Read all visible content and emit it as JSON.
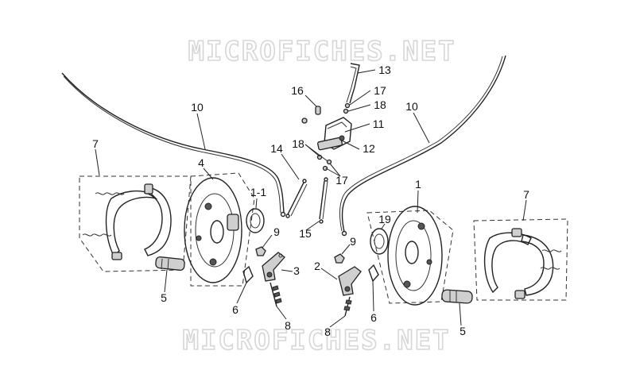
{
  "watermarks": {
    "top": "MICROFICHES.NET",
    "bottom": "MICROFICHES.NET"
  },
  "callouts": [
    {
      "id": "c10l",
      "text": "10"
    },
    {
      "id": "c10r",
      "text": "10"
    },
    {
      "id": "c7l",
      "text": "7"
    },
    {
      "id": "c7r",
      "text": "7"
    },
    {
      "id": "c4",
      "text": "4"
    },
    {
      "id": "c1-1",
      "text": "1-1"
    },
    {
      "id": "c1",
      "text": "1"
    },
    {
      "id": "c19",
      "text": "19"
    },
    {
      "id": "c13",
      "text": "13"
    },
    {
      "id": "c16",
      "text": "16"
    },
    {
      "id": "c17a",
      "text": "17"
    },
    {
      "id": "c18a",
      "text": "18"
    },
    {
      "id": "c11",
      "text": "11"
    },
    {
      "id": "c12",
      "text": "12"
    },
    {
      "id": "c18b",
      "text": "18"
    },
    {
      "id": "c17b",
      "text": "17"
    },
    {
      "id": "c14",
      "text": "14"
    },
    {
      "id": "c15",
      "text": "15"
    },
    {
      "id": "c9l",
      "text": "9"
    },
    {
      "id": "c9r",
      "text": "9"
    },
    {
      "id": "c3",
      "text": "3"
    },
    {
      "id": "c2",
      "text": "2"
    },
    {
      "id": "c5l",
      "text": "5"
    },
    {
      "id": "c5r",
      "text": "5"
    },
    {
      "id": "c6l",
      "text": "6"
    },
    {
      "id": "c6r",
      "text": "6"
    },
    {
      "id": "c8l",
      "text": "8"
    },
    {
      "id": "c8r",
      "text": "8"
    }
  ]
}
